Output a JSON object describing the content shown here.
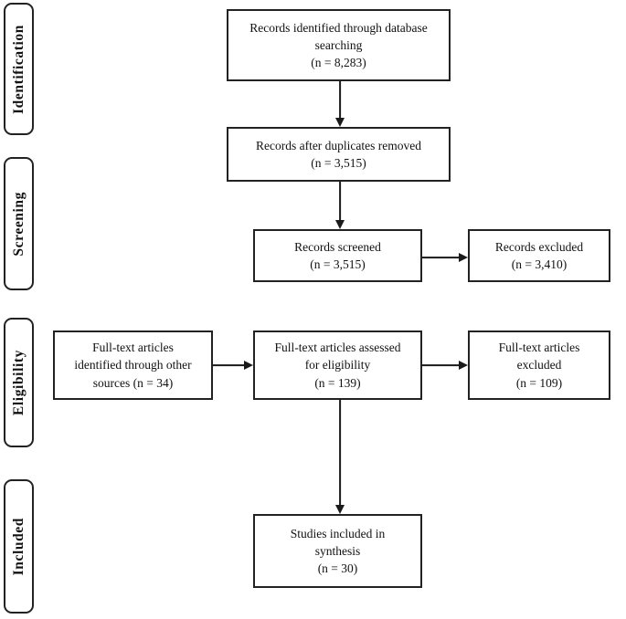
{
  "stages": [
    {
      "label": "Identification"
    },
    {
      "label": "Screening"
    },
    {
      "label": "Eligibility"
    },
    {
      "label": "Included"
    }
  ],
  "nodes": {
    "identified": {
      "text": "Records identified through database\nsearching\n(n = 8,283)"
    },
    "duplicates_removed": {
      "text": "Records after duplicates removed\n(n = 3,515)"
    },
    "screened": {
      "text": "Records screened\n(n = 3,515)"
    },
    "records_excluded": {
      "text": "Records excluded\n(n = 3,410)"
    },
    "other_sources": {
      "text": "Full-text articles\nidentified through other\nsources (n = 34)"
    },
    "assessed": {
      "text": "Full-text articles assessed\nfor eligibility\n(n = 139)"
    },
    "fulltext_excluded": {
      "text": "Full-text articles\nexcluded\n(n = 109)"
    },
    "included_synthesis": {
      "text": "Studies included in\nsynthesis\n(n = 30)"
    }
  },
  "colors": {
    "background": "#ffffff",
    "border": "#222222",
    "text": "#111111"
  }
}
